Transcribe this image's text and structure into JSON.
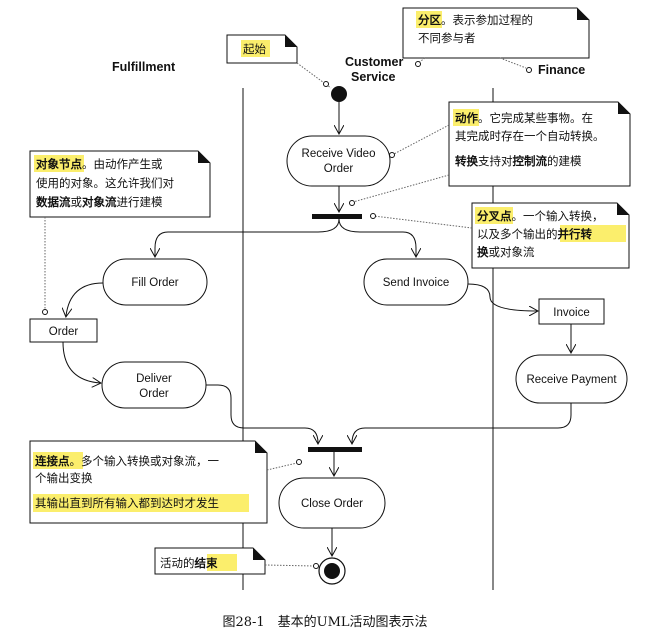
{
  "swimlanes": {
    "fulfillment": "Fulfillment",
    "customer_service_line1": "Customer",
    "customer_service_line2": "Service",
    "finance": "Finance"
  },
  "actions": {
    "receive_video_order_line1": "Receive Video",
    "receive_video_order_line2": "Order",
    "fill_order": "Fill Order",
    "send_invoice": "Send Invoice",
    "deliver_order_line1": "Deliver",
    "deliver_order_line2": "Order",
    "receive_payment": "Receive Payment",
    "close_order": "Close Order"
  },
  "objects": {
    "order": "Order",
    "invoice": "Invoice"
  },
  "notes": {
    "start": {
      "text": "起始"
    },
    "partition": {
      "line1_bold": "分区",
      "line1_rest": "。表示参加过程的",
      "line2": "不同参与者"
    },
    "action": {
      "line1_bold": "动作",
      "line1_rest": "。它完成某些事物。在",
      "line2": "其完成时存在一个自动转换。",
      "line3_bold1": "转换",
      "line3_mid": "支持对",
      "line3_bold2": "控制流",
      "line3_rest": "的建模"
    },
    "object_node": {
      "line1_bold": "对象节点",
      "line1_rest": "。由动作产生或",
      "line2": "使用的对象。这允许我们对",
      "line3_bold1": "数据流",
      "line3_mid": "或",
      "line3_bold2": "对象流",
      "line3_rest": "进行建模"
    },
    "fork": {
      "line1_bold": "分叉点",
      "line1_rest": "。一个输入转换，",
      "line2_pre": "以及多个输出的",
      "line2_bold": "并行转",
      "line3_bold": "换",
      "line3_rest": "或对象流"
    },
    "join": {
      "line1_bold": "连接点",
      "line1_rest": "。多个输入转换或对象流，一",
      "line2": "个输出变换",
      "line3": "其输出直到所有输入都到达时才发生"
    },
    "end": {
      "pre": "活动的",
      "bold": "结束"
    }
  },
  "caption": "图28-1　基本的UML活动图表示法",
  "colors": {
    "highlight": "#fbee6c",
    "line": "#111111"
  }
}
